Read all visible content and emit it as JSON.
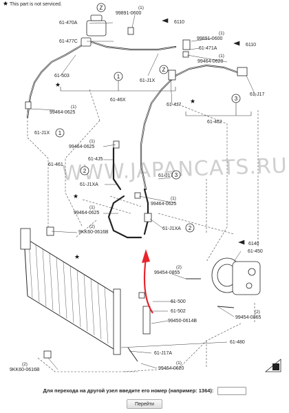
{
  "legend": {
    "note": "This part is not serviced."
  },
  "parts": {
    "p_61470A": "61-470A",
    "p_61477C": "61-477C",
    "p_99891a": "99891-0600",
    "p_6110a": "6110",
    "p_99891b": "99891-0600",
    "p_61471A": "61-471A",
    "p_6110b": "6110",
    "p_99464_top": "99464-0620",
    "p_61503": "61-503",
    "p_61J1X_top": "61-J1X",
    "p_6146X": "61-46X",
    "p_6147J": "61-4J7",
    "p_61J17_top": "61-J17",
    "p_61462": "61-462",
    "p_99464_0625a": "99464-0625",
    "p_61J1X_left": "61-J1X",
    "p_99464_0625b": "99464-0625",
    "p_61461": "61-461",
    "p_614J5": "61-4J5",
    "p_61J1XA": "61-J1XA",
    "p_61J17_mid": "61-J17",
    "p_99464_0625c": "99464-0625",
    "p_99464_0625d": "99464-0625",
    "p_61J1XA_b": "61-J1XA",
    "p_9KK60a": "9KK60-0616B",
    "p_6140": "6140",
    "p_61450": "61-450",
    "p_99454a": "99454-0855",
    "p_61500": "61-500",
    "p_61502": "61-502",
    "p_99450": "99450-0614B",
    "p_99454b": "99454-0865",
    "p_61480": "61-480",
    "p_61J17A": "61-J17A",
    "p_99464_0620": "99464-0620",
    "p_9KK60b": "9KK60-0616B"
  },
  "qty": {
    "one": "(1)",
    "two": "(2)"
  },
  "callouts": {
    "c1": "1",
    "c2": "2",
    "c3": "3",
    "z": "Z"
  },
  "watermark": "WWW.JAPANCATS.RU",
  "footer": {
    "prompt": "Для перехода на другой узел введите его номер (например: 1364):",
    "input_value": "",
    "button_label": "Перейти"
  },
  "colors": {
    "arrow": "#e8232a",
    "line": "#222222"
  }
}
